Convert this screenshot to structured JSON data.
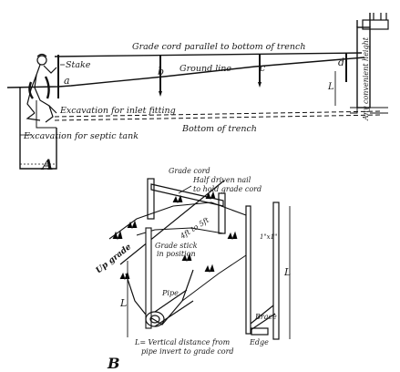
{
  "figure_a": {
    "panel_letter": "A",
    "labels": {
      "grade_cord": "Grade cord parallel to bottom of trench",
      "stake": "Stake",
      "ground_line": "Ground line",
      "inlet_excavation": "Excavation for inlet fitting",
      "bottom_of_trench": "Bottom of trench",
      "septic_excavation": "Excavation for septic tank",
      "convenient_height": "Any convenient height",
      "point_a": "a",
      "point_b": "b",
      "point_c": "c",
      "point_d": "d",
      "length_L": "L"
    }
  },
  "figure_b": {
    "panel_letter": "B",
    "labels": {
      "grade_cord": "Grade cord",
      "half_driven_nail": "Half driven nail",
      "hold_grade_cord": "to hold grade cord",
      "spacing": "4ft to 5ft",
      "up_grade": "Up grade",
      "grade_stick": "Grade stick",
      "in_position": "in position",
      "pipe": "Pipe",
      "length_L": "L",
      "vertical_distance": "L= Vertical distance from",
      "pipe_invert": "pipe invert to grade cord",
      "lumber": "1\"x1\"",
      "brace": "Brace",
      "edge": "Edge",
      "stick_length": "L"
    }
  }
}
